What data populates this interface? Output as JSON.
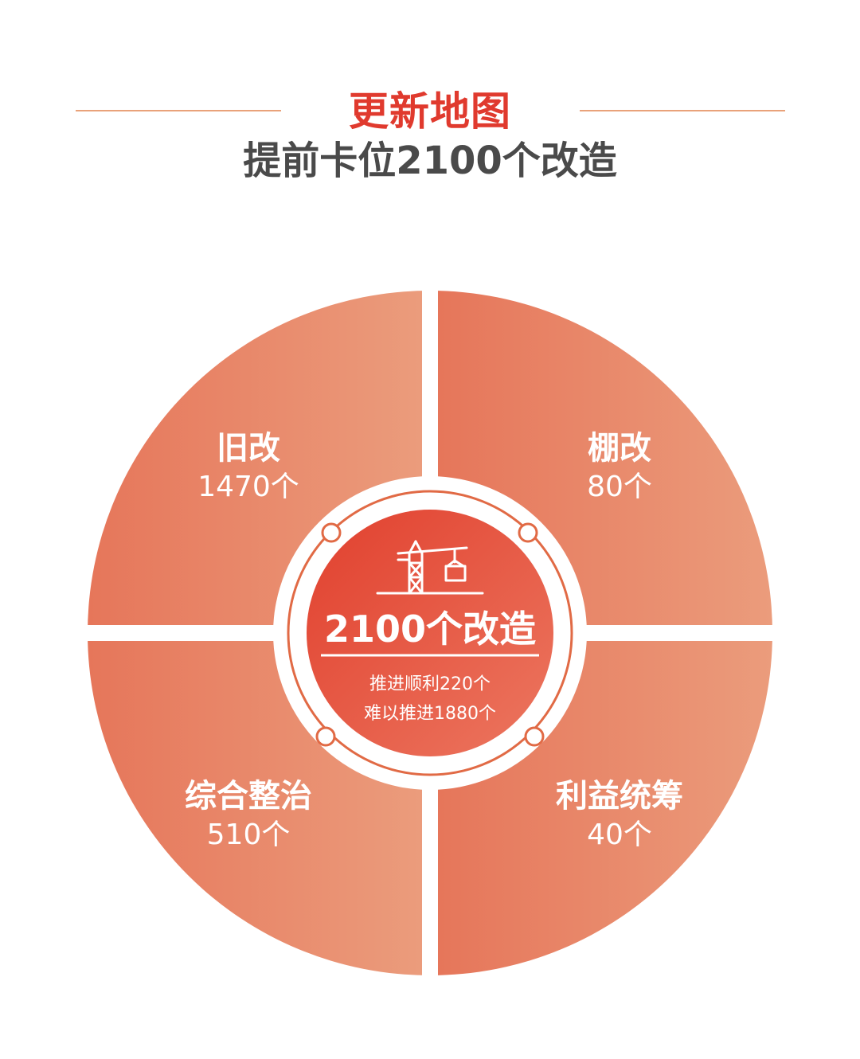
{
  "header": {
    "kicker": "更新地图",
    "title": "提前卡位2100个改造"
  },
  "colors": {
    "kicker": "#e03a2e",
    "title": "#4a4a4a",
    "rule": "#e9a27a",
    "quadrant_inner": "#e6765a",
    "quadrant_outer": "#eb9c7c",
    "center_inner": "#e1402e",
    "center_outer": "#ec7760",
    "ring_stroke": "#e16a45"
  },
  "quadrants": [
    {
      "name": "旧改",
      "count": "1470个"
    },
    {
      "name": "棚改",
      "count": "80个"
    },
    {
      "name": "综合整治",
      "count": "510个"
    },
    {
      "name": "利益统筹",
      "count": "40个"
    }
  ],
  "center": {
    "icon": "crane-icon",
    "title": "2100个改造",
    "line1": "推进顺利220个",
    "line2": "难以推进1880个"
  }
}
